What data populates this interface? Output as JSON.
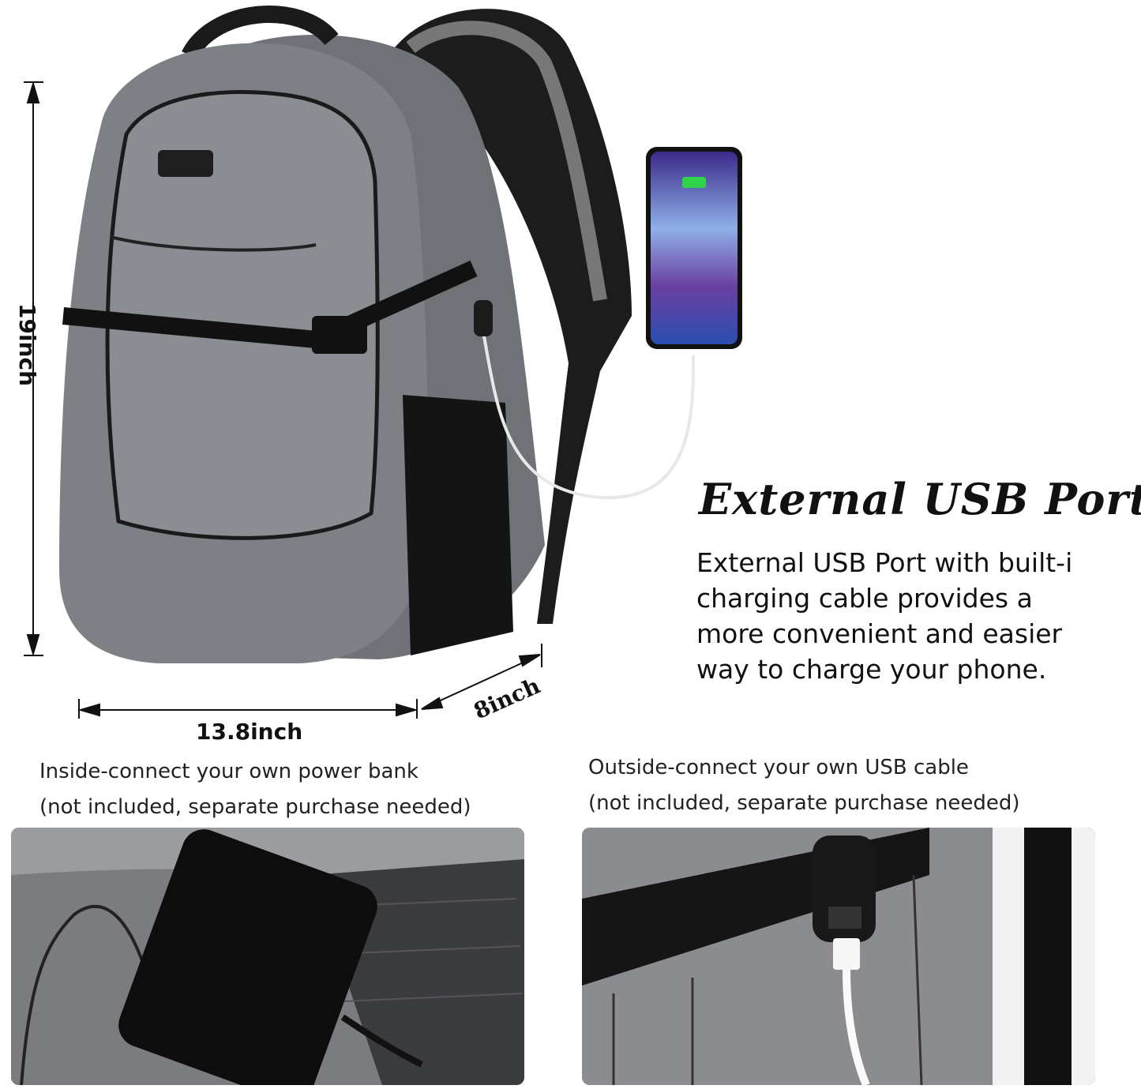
{
  "feature": {
    "title": "External USB Port",
    "description_lines": [
      "External USB Port with built-i",
      "charging cable provides a",
      "more convenient and easier",
      "way to  charge your phone."
    ]
  },
  "dimensions": {
    "height": "19inch",
    "width": "13.8inch",
    "depth": "8inch"
  },
  "inside_caption": {
    "line1": "Inside-connect your own power bank",
    "line2": "(not included, separate purchase needed)"
  },
  "outside_caption": {
    "line1": "Outside-connect your own USB cable",
    "line2": "(not included, separate purchase needed)"
  },
  "colors": {
    "backpack_gray": "#7d8186",
    "strap_black": "#1a1a1a"
  }
}
